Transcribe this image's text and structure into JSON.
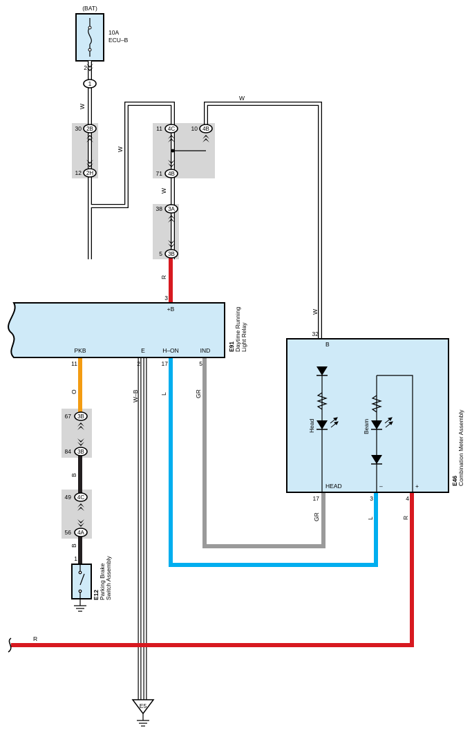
{
  "battery": {
    "label": "(BAT)"
  },
  "fuse": {
    "amp": "10A",
    "name": "ECU–B",
    "pin": "2"
  },
  "junctions": {
    "j1": "1",
    "j2B": {
      "pin": "30",
      "id": "2B"
    },
    "j2H": {
      "pin": "12",
      "id": "2H"
    },
    "j4C_top": {
      "pin": "11",
      "id": "4C"
    },
    "j4B_top": {
      "pin": "10",
      "id": "4B"
    },
    "j4B_mid": {
      "pin": "71",
      "id": "4B"
    },
    "j3A": {
      "pin": "38",
      "id": "3A"
    },
    "j3B_top": {
      "pin": "5",
      "id": "3B"
    },
    "j3B_a": {
      "pin": "67",
      "id": "3B"
    },
    "j3B_b": {
      "pin": "84",
      "id": "3B"
    },
    "j4C_low": {
      "pin": "49",
      "id": "4C"
    },
    "j4A": {
      "pin": "56",
      "id": "4A"
    }
  },
  "wires": {
    "w1": "W",
    "w2": "W",
    "w3": "W",
    "w4": "W",
    "w5": "W",
    "r1": "R",
    "o": "O",
    "wb": "W–B",
    "l1": "L",
    "gr1": "GR",
    "b1": "B",
    "b2": "B",
    "gr2": "GR",
    "l2": "L",
    "r2": "R",
    "r3": "R"
  },
  "relay": {
    "code": "E91",
    "name1": "Daytime Running",
    "name2": "Light Relay",
    "pin_b_num": "3",
    "pin_b": "+B",
    "pkb_num": "11",
    "pkb": "PKB",
    "e_num": "2",
    "e": "E",
    "hon_num": "17",
    "hon": "H–ON",
    "ind_num": "5",
    "ind": "IND"
  },
  "meter": {
    "code": "E46",
    "name": "Combination Meter Assembly",
    "b_num": "32",
    "b": "B",
    "head_label": "Head",
    "beam_label": "Beam",
    "head_pin": "HEAD",
    "minus": "–",
    "plus": "+",
    "head_num": "17",
    "minus_num": "3",
    "plus_num": "4"
  },
  "switch": {
    "code": "E12",
    "name1": "Parking Brake",
    "name2": "Switch Assembly",
    "pin": "1"
  },
  "ground": {
    "id": "E5"
  },
  "colors": {
    "red": "#d71920",
    "orange": "#f39c12",
    "blue": "#00aeef",
    "gray": "#9a9a9a",
    "black": "#231f20",
    "component": "#cfeaf8",
    "connector": "#d6d6d6"
  }
}
